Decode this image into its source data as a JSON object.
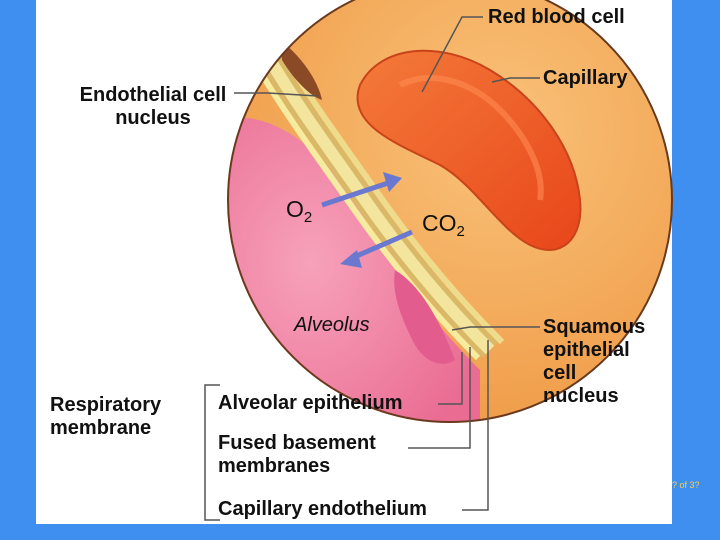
{
  "labels": {
    "red_blood_cell": "Red blood cell",
    "capillary": "Capillary",
    "endothelial_nucleus": "Endothelial cell\nnucleus",
    "o2_main": "O",
    "o2_sub": "2",
    "co2_main": "CO",
    "co2_sub": "2",
    "alveolus": "Alveolus",
    "squamous_nucleus": "Squamous\nepithelial\ncell\nnucleus",
    "respiratory_membrane": "Respiratory\nmembrane",
    "alveolar_epithelium": "Alveolar epithelium",
    "fused_basement": "Fused basement\nmembranes",
    "capillary_endothelium": "Capillary endothelium"
  },
  "slide_counter": "? of 3?",
  "colors": {
    "background": "#3f8ff0",
    "alveolus": "#f27fa0",
    "capillary_plasma": "#f5a24a",
    "red_blood_cell": "#f2581c",
    "membrane": "#e8d68a",
    "arrow": "#6a78d0"
  }
}
